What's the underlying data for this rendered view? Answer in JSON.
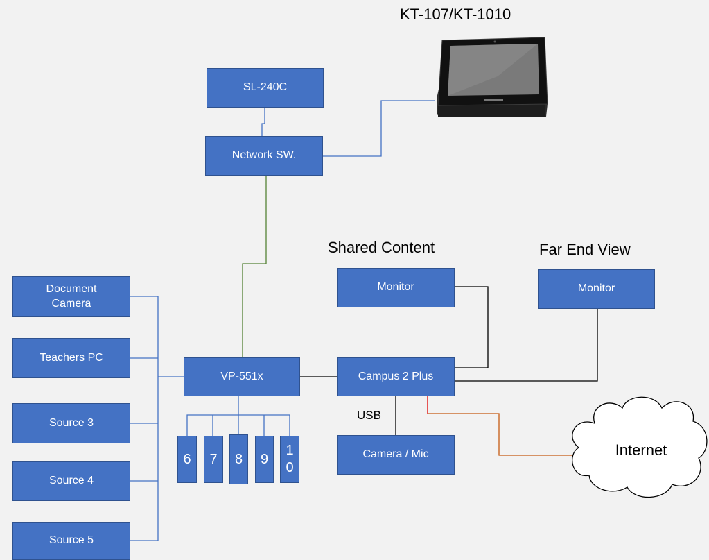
{
  "labels": {
    "touch_panel_model": "KT-107/KT-1010",
    "shared_content": "Shared Content",
    "far_end_view": "Far End View",
    "usb": "USB"
  },
  "boxes": {
    "sl240c": "SL-240C",
    "network_switch": "Network SW.",
    "document_camera": "Document\nCamera",
    "teachers_pc": "Teachers PC",
    "source3": "Source 3",
    "source4": "Source 4",
    "source5": "Source 5",
    "vp551x": "VP-551x",
    "campus2plus": "Campus 2 Plus",
    "camera_mic": "Camera / Mic",
    "monitor_shared": "Monitor",
    "monitor_far": "Monitor"
  },
  "outputs": [
    "6",
    "7",
    "8",
    "9",
    "1\n0"
  ],
  "internet": "Internet",
  "colors": {
    "box_fill": "#4472c4",
    "box_border": "#2f528f",
    "line_blue": "#4472c4",
    "line_green": "#548235",
    "line_black": "#000000",
    "line_orange": "#c55a11",
    "line_red": "#e00000"
  }
}
